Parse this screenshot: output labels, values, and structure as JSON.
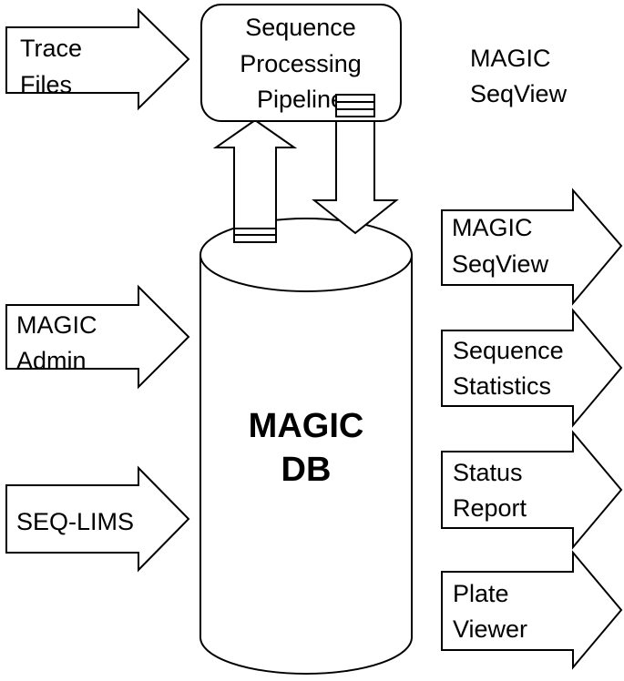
{
  "diagram": {
    "pipeline": {
      "line1": "Sequence",
      "line2": "Processing",
      "line3": "Pipeline"
    },
    "database": {
      "line1": "MAGIC",
      "line2": "DB"
    },
    "floating_label": {
      "line1": "MAGIC",
      "line2": "SeqView"
    },
    "inputs": [
      {
        "line1": "Trace",
        "line2": "Files"
      },
      {
        "line1": "MAGIC",
        "line2": "Admin"
      },
      {
        "line1": "SEQ-LIMS"
      }
    ],
    "outputs": [
      {
        "line1": "MAGIC",
        "line2": "SeqView"
      },
      {
        "line1": "Sequence",
        "line2": "Statistics"
      },
      {
        "line1": "Status",
        "line2": "Report"
      },
      {
        "line1": "Plate",
        "line2": "Viewer"
      }
    ],
    "colors": {
      "stroke": "#000000",
      "fill": "#ffffff",
      "text": "#000000"
    }
  }
}
